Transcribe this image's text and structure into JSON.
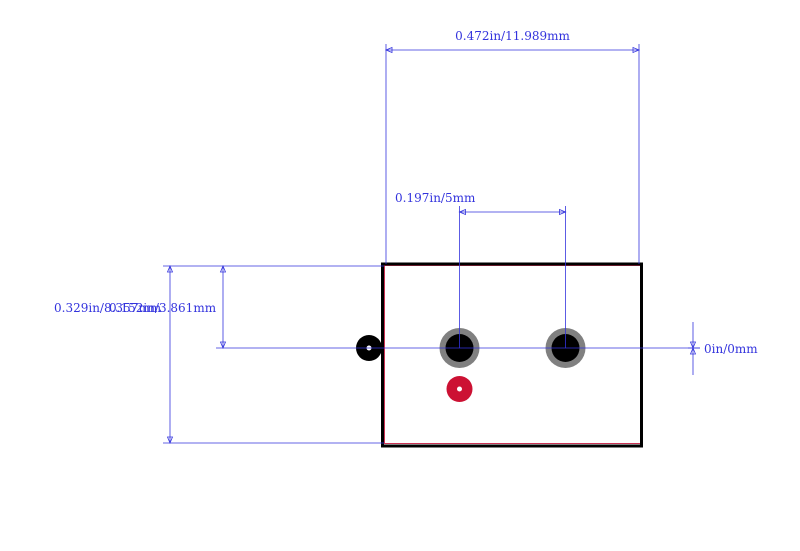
{
  "colors": {
    "dimension": "#3333dd",
    "outline": "#000000",
    "courtyard": "#cc3355",
    "pad_ring": "#808080",
    "pad_hole": "#000000",
    "marker": "#cc1133"
  },
  "dimensions": {
    "overall_width": "0.472in/11.989mm",
    "pin_pitch": "0.197in/5mm",
    "overall_height": "0.329in/8.357mm",
    "center_offset": "0.152in/3.861mm",
    "zero_offset": "0in/0mm"
  }
}
